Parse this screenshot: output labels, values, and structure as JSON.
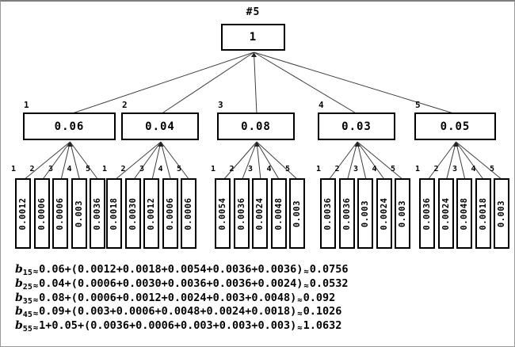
{
  "symbols": {
    "approx": "≈"
  },
  "tree": {
    "root": {
      "tag": "#5",
      "value": "1"
    },
    "nodes": [
      {
        "index": "1",
        "value": "0.06",
        "leaves": [
          {
            "index": "1",
            "value": "0.0012"
          },
          {
            "index": "2",
            "value": "0.0006"
          },
          {
            "index": "3",
            "value": "0.0006"
          },
          {
            "index": "4",
            "value": "0.003"
          },
          {
            "index": "5",
            "value": "0.0036"
          }
        ]
      },
      {
        "index": "2",
        "value": "0.04",
        "leaves": [
          {
            "index": "1",
            "value": "0.0018"
          },
          {
            "index": "2",
            "value": "0.0030"
          },
          {
            "index": "3",
            "value": "0.0012"
          },
          {
            "index": "4",
            "value": "0.0006"
          },
          {
            "index": "5",
            "value": "0.0006"
          }
        ]
      },
      {
        "index": "3",
        "value": "0.08",
        "leaves": [
          {
            "index": "1",
            "value": "0.0054"
          },
          {
            "index": "2",
            "value": "0.0036"
          },
          {
            "index": "3",
            "value": "0.0024"
          },
          {
            "index": "4",
            "value": "0.0048"
          },
          {
            "index": "5",
            "value": "0.003"
          }
        ]
      },
      {
        "index": "4",
        "value": "0.03",
        "leaves": [
          {
            "index": "1",
            "value": "0.0036"
          },
          {
            "index": "2",
            "value": "0.0036"
          },
          {
            "index": "3",
            "value": "0.003"
          },
          {
            "index": "4",
            "value": "0.0024"
          },
          {
            "index": "5",
            "value": "0.003"
          }
        ]
      },
      {
        "index": "5",
        "value": "0.05",
        "leaves": [
          {
            "index": "1",
            "value": "0.0036"
          },
          {
            "index": "2",
            "value": "0.0024"
          },
          {
            "index": "3",
            "value": "0.0048"
          },
          {
            "index": "4",
            "value": "0.0018"
          },
          {
            "index": "5",
            "value": "0.003"
          }
        ]
      }
    ]
  },
  "formulas": [
    {
      "var": "b",
      "sub": "15",
      "expr": "0.06+(0.0012+0.0018+0.0054+0.0036+0.0036)",
      "result": "0.0756"
    },
    {
      "var": "b",
      "sub": "25",
      "expr": "0.04+(0.0006+0.0030+0.0036+0.0036+0.0024)",
      "result": "0.0532"
    },
    {
      "var": "b",
      "sub": "35",
      "expr": "0.08+(0.0006+0.0012+0.0024+0.003+0.0048)",
      "result": "0.092"
    },
    {
      "var": "b",
      "sub": "45",
      "expr": "0.09+(0.003+0.0006+0.0048+0.0024+0.0018)",
      "result": "0.1026"
    },
    {
      "var": "b",
      "sub": "55",
      "expr": "1+0.05+(0.0036+0.0006+0.003+0.003+0.003)",
      "result": "1.0632"
    }
  ]
}
